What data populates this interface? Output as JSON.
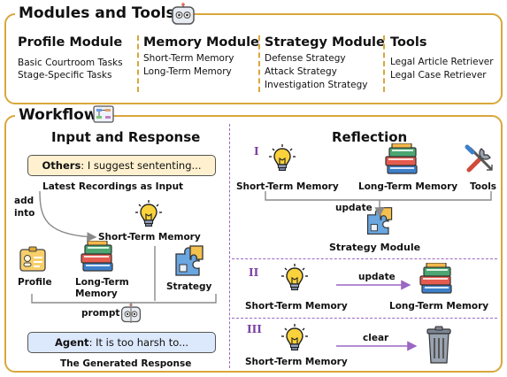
{
  "modules_panel": {
    "title": "Modules and Tools",
    "groups": [
      {
        "heading": "Profile Module",
        "items": [
          "Basic Courtroom Tasks",
          "Stage-Specific Tasks"
        ]
      },
      {
        "heading": "Memory Module",
        "items": [
          "Short-Term Memory",
          "Long-Term Memory"
        ]
      },
      {
        "heading": "Strategy Module",
        "items": [
          "Defense Strategy",
          "Attack Strategy",
          "Investigation Strategy"
        ]
      },
      {
        "heading": "Tools",
        "items": [
          "Legal Article Retriever",
          "Legal Case Retriever"
        ]
      }
    ]
  },
  "workflow_panel": {
    "title": "Workflow",
    "input_response": {
      "title": "Input and Response",
      "others_speaker": "Others",
      "others_text": ": I suggest sententing...",
      "latest_label": "Latest Recordings as Input",
      "add_into": [
        "add",
        "into"
      ],
      "stm_label": "Short-Term Memory",
      "profile_label": "Profile",
      "ltm_label": [
        "Long-Term",
        "Memory"
      ],
      "strategy_label": "Strategy",
      "prompt_label": "prompt",
      "agent_speaker": "Agent",
      "agent_text": ": It is too harsh to...",
      "generated_label": "The Generated Response"
    },
    "reflection": {
      "title": "Reflection",
      "step1": {
        "roman": "I",
        "stm": "Short-Term Memory",
        "ltm": "Long-Term Memory",
        "tools": "Tools",
        "update": "update",
        "strategy_module": "Strategy Module"
      },
      "step2": {
        "roman": "II",
        "stm": "Short-Term Memory",
        "update": "update",
        "ltm": "Long-Term Memory"
      },
      "step3": {
        "roman": "III",
        "stm": "Short-Term Memory",
        "clear": "clear"
      }
    }
  },
  "colors": {
    "panel_border": "#d9a73a",
    "others_box": "#fff1cf",
    "agent_box": "#dce8fb",
    "divider_purple": "#9b66c4",
    "roman": "#7b3fa0"
  },
  "icons": [
    "robot-icon",
    "lightbulb-icon",
    "books-icon",
    "tools-icon",
    "puzzle-icon",
    "profile-card-icon",
    "trash-icon",
    "workflow-icon"
  ]
}
